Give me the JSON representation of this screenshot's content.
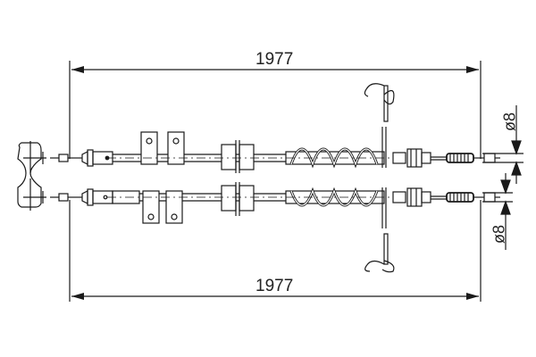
{
  "diagram": {
    "type": "technical drawing",
    "subject": "parking brake cable pair",
    "colors": {
      "line": "#1a1a1a",
      "background": "#ffffff"
    },
    "dimensions": {
      "top_length": "1977",
      "bottom_length": "1977",
      "top_diameter": "ø8",
      "bottom_diameter": "ø8"
    },
    "cables": [
      {
        "id": "upper-cable"
      },
      {
        "id": "lower-cable"
      }
    ]
  }
}
